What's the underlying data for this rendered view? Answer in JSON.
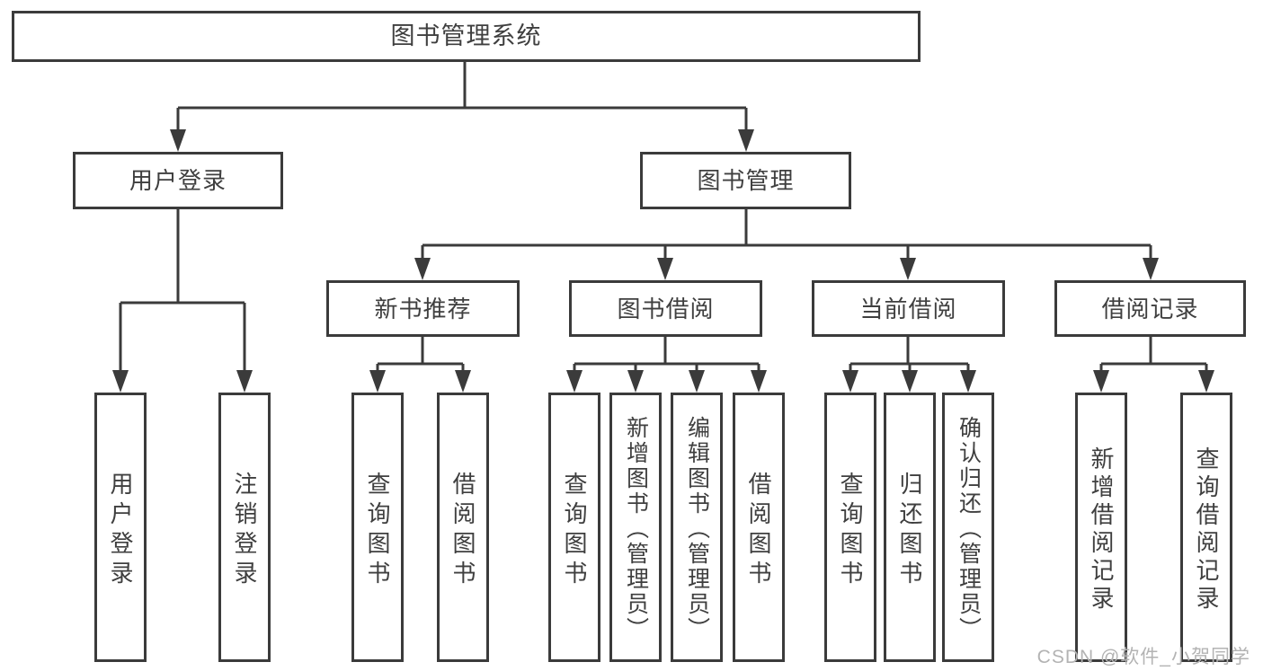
{
  "diagram": {
    "root": "图书管理系统",
    "branches": [
      {
        "label": "用户登录",
        "children": [
          "用户登录",
          "注销登录"
        ]
      },
      {
        "label": "图书管理",
        "groups": [
          {
            "label": "新书推荐",
            "children": [
              "查询图书",
              "借阅图书"
            ]
          },
          {
            "label": "图书借阅",
            "children": [
              "查询图书",
              "新增图书（管理员）",
              "编辑图书（管理员）",
              "借阅图书"
            ]
          },
          {
            "label": "当前借阅",
            "children": [
              "查询图书",
              "归还图书",
              "确认归还（管理员）"
            ]
          },
          {
            "label": "借阅记录",
            "children": [
              "新增借阅记录",
              "查询借阅记录"
            ]
          }
        ]
      }
    ]
  },
  "watermark": "CSDN @软件_小贺同学",
  "colors": {
    "line": "#3b3b3b",
    "text": "#3f3f3f",
    "watermark": "#b3b3b3",
    "background": "#ffffff"
  }
}
